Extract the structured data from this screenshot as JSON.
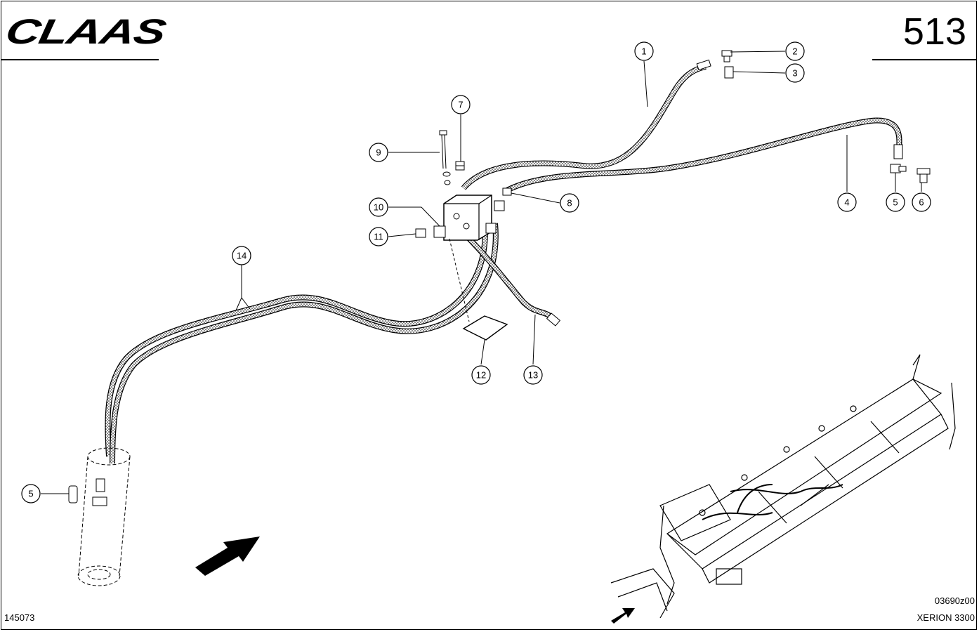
{
  "header": {
    "brand": "CLAAS",
    "page_number": "513"
  },
  "footer": {
    "drawing_id": "145073",
    "ref_code": "03690z00",
    "model": "XERION 3300"
  },
  "callouts": [
    "1",
    "2",
    "3",
    "4",
    "5",
    "6",
    "7",
    "8",
    "9",
    "10",
    "11",
    "12",
    "13",
    "14",
    "5"
  ],
  "colors": {
    "line": "#000000",
    "background": "#ffffff"
  }
}
